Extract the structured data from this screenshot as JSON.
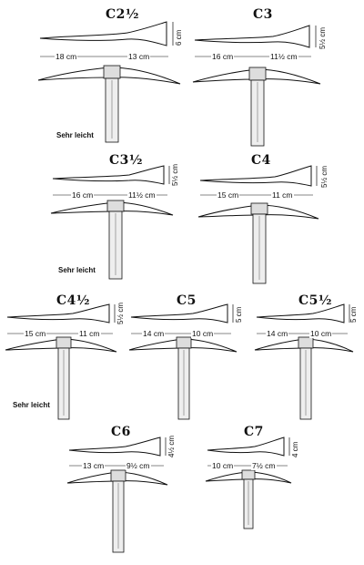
{
  "note_label": "Sehr leicht",
  "tools": [
    {
      "model": "C2½",
      "length_left": "18 cm",
      "length_right": "13 cm",
      "width": "6 cm",
      "note": "Sehr leicht"
    },
    {
      "model": "C3",
      "length_left": "16 cm",
      "length_right": "11½ cm",
      "width": "5½ cm",
      "note": ""
    },
    {
      "model": "C3½",
      "length_left": "16 cm",
      "length_right": "11½ cm",
      "width": "5½ cm",
      "note": "Sehr leicht"
    },
    {
      "model": "C4",
      "length_left": "15 cm",
      "length_right": "11 cm",
      "width": "5½ cm",
      "note": ""
    },
    {
      "model": "C4½",
      "length_left": "15 cm",
      "length_right": "11 cm",
      "width": "5½ cm",
      "note": "Sehr leicht"
    },
    {
      "model": "C5",
      "length_left": "14 cm",
      "length_right": "10 cm",
      "width": "5 cm",
      "note": ""
    },
    {
      "model": "C5½",
      "length_left": "14 cm",
      "length_right": "10 cm",
      "width": "5 cm",
      "note": ""
    },
    {
      "model": "C6",
      "length_left": "13 cm",
      "length_right": "9½ cm",
      "width": "4½ cm",
      "note": ""
    },
    {
      "model": "C7",
      "length_left": "10 cm",
      "length_right": "7½ cm",
      "width": "4 cm",
      "note": ""
    }
  ]
}
